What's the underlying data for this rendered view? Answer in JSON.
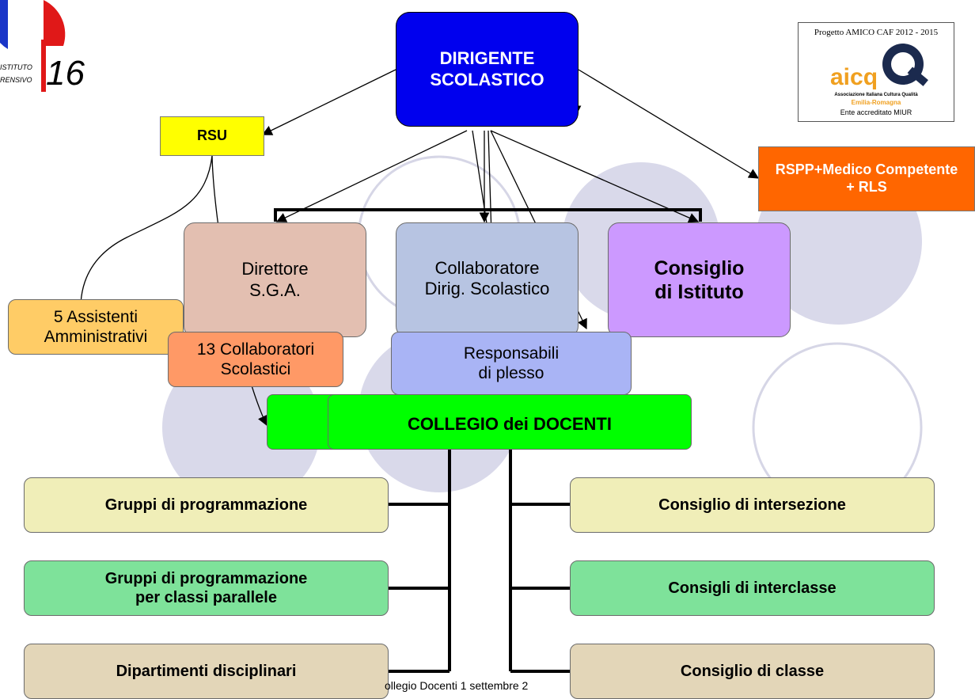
{
  "header": {
    "dirigente": "DIRIGENTE\nSCOLASTICO",
    "rsu": "RSU",
    "rspp": "RSPP+Medico Competente\n+ RLS"
  },
  "middle": {
    "dsga": "Direttore\nS.G.A.",
    "collaboratore": "Collaboratore\nDirig. Scolastico",
    "consiglio_istituto": "Consiglio\ndi Istituto",
    "assistenti": "5 Assistenti\nAmministrativi",
    "collaboratori_scolastici": "13 Collaboratori\nScolastici",
    "responsabili": "Responsabili\ndi plesso",
    "collegio": "COLLEGIO dei DOCENTI"
  },
  "left_column": [
    "Gruppi di programmazione",
    "Gruppi di programmazione\nper classi parallele",
    "Dipartimenti disciplinari"
  ],
  "right_column": [
    "Consiglio di intersezione",
    "Consigli di interclasse",
    "Consiglio di classe"
  ],
  "logos": {
    "left_text_1": "ISTITUTO",
    "left_text_2": "RENSIVO",
    "left_number": "16",
    "right_title": "Progetto AMICO CAF 2012 - 2015",
    "right_brand": "aicq",
    "right_sub1": "Associazione Italiana Cultura Qualità",
    "right_sub2": "Emilia-Romagna",
    "right_sub3": "Ente accreditato MIUR"
  },
  "footer": "ollegio Docenti 1 settembre 2",
  "colors": {
    "dirigente": "#0000ee",
    "rsu": "#ffff00",
    "rspp": "#ff6600",
    "dsga": "#e3bfb1",
    "collaboratore": "#b7c4e2",
    "consiglio_istituto": "#cc99ff",
    "assistenti": "#ffcc66",
    "collaboratori_scolastici": "#ff9966",
    "responsabili": "#a9b4f5",
    "collegio": "#00ff00",
    "row1": "#f0eeb8",
    "row2": "#7ee29a",
    "row3": "#e3d6b8",
    "bg_circle": "#d9d9ea"
  }
}
